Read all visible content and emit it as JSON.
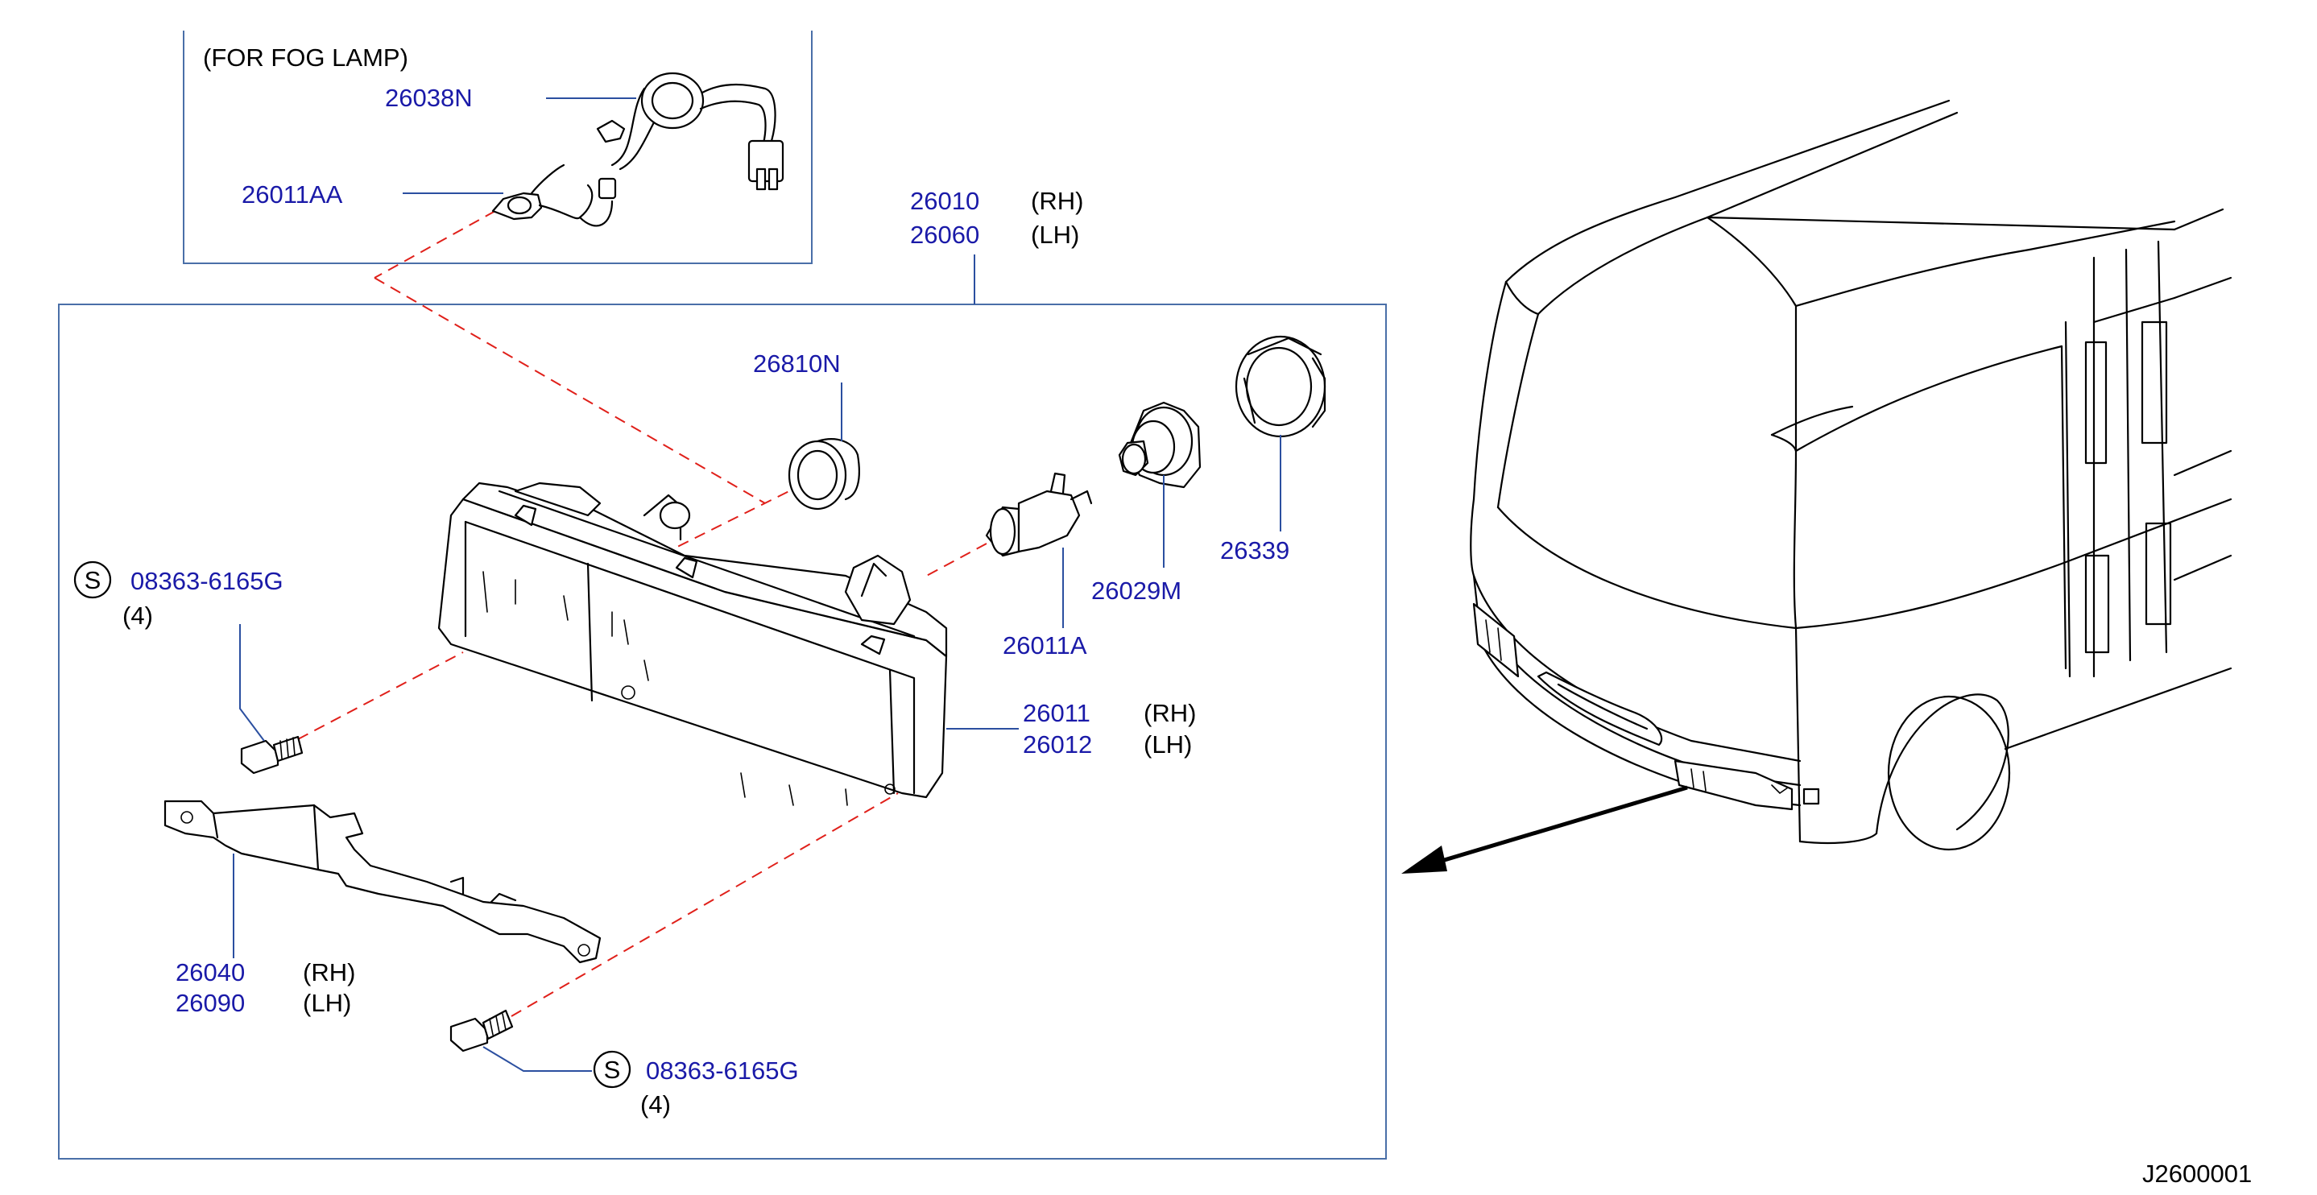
{
  "inset": {
    "title": "(FOR   FOG   LAMP)"
  },
  "parts": {
    "p26038N": "26038N",
    "p26011AA": "26011AA",
    "p26010": "26010",
    "p26060": "26060",
    "p26810N": "26810N",
    "p26339": "26339",
    "p26029M": "26029M",
    "p26011A": "26011A",
    "p26011": "26011",
    "p26012": "26012",
    "p26040": "26040",
    "p26090": "26090",
    "screw_top": "08363-6165G",
    "screw_bottom": "08363-6165G"
  },
  "sides": {
    "rh": "(RH)",
    "lh": "(LH)"
  },
  "qty": {
    "screw_top": "(4)",
    "screw_bottom": "(4)"
  },
  "symbol": {
    "s": "S"
  },
  "figure_code": "J2600001",
  "colors": {
    "part_number": "#1a1aa8",
    "frame": "#4a6fa8",
    "dashed_guide": "#e0201a",
    "text": "#000000"
  }
}
